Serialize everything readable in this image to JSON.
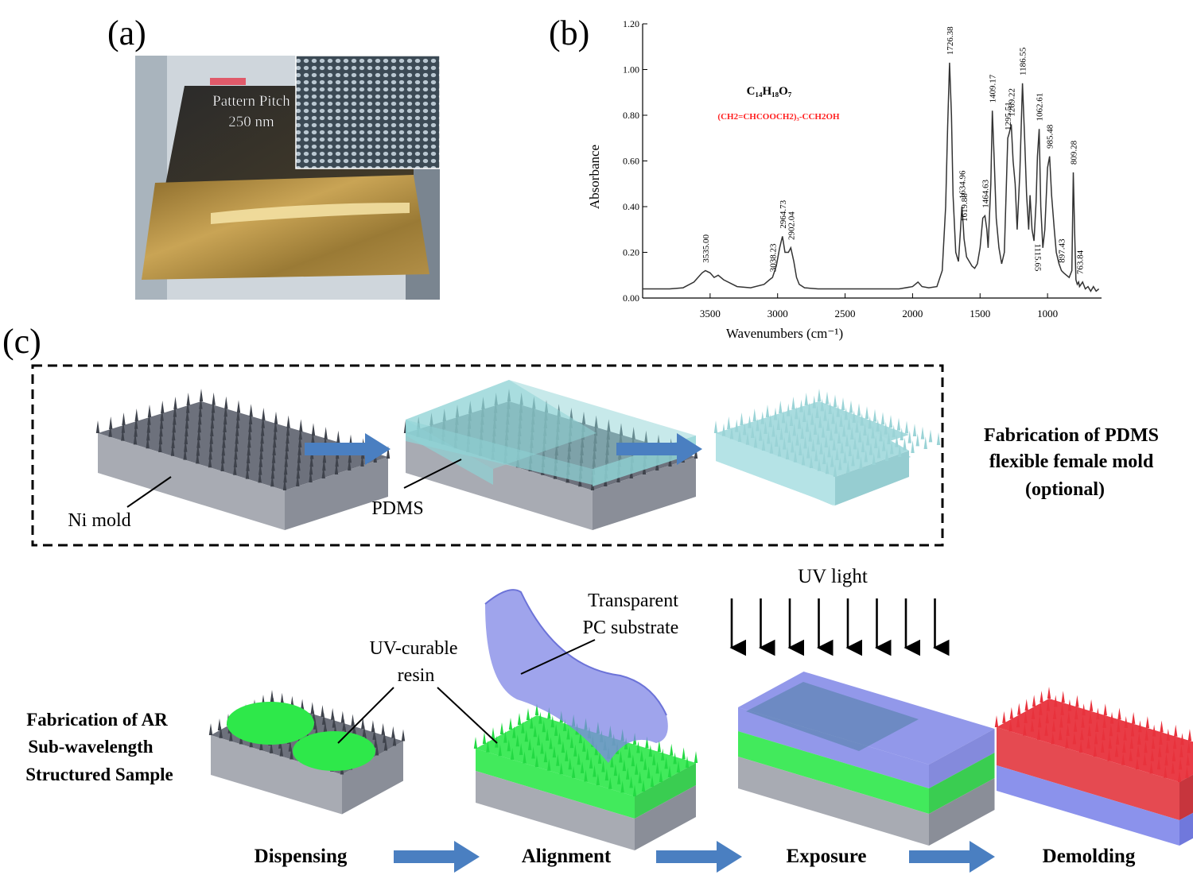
{
  "panel_a": {
    "label": "(a)",
    "inset_text_line1": "Pattern Pitch",
    "inset_text_line2": "250 nm"
  },
  "panel_b": {
    "label": "(b)",
    "formula": "C₁₄H₁₈O₇",
    "structure": "(CH2=CHCOOCH2)₃-CCH2OH",
    "structure_color": "#ff2020",
    "chart_data": {
      "type": "line",
      "xlabel": "Wavenumbers (cm⁻¹)",
      "ylabel": "Absorbance",
      "xlim": [
        4000,
        600
      ],
      "x_reversed": true,
      "ylim": [
        0.0,
        1.2
      ],
      "x_ticks": [
        "3500",
        "3000",
        "2500",
        "2000",
        "1500",
        "1000"
      ],
      "x_tick_values": [
        3500,
        3000,
        2500,
        2000,
        1500,
        1000
      ],
      "y_ticks": [
        "0.00",
        "0.20",
        "0.40",
        "0.60",
        "0.80",
        "1.00",
        "1.20"
      ],
      "y_tick_values": [
        0,
        0.2,
        0.4,
        0.6,
        0.8,
        1.0,
        1.2
      ],
      "series": [
        {
          "x": [
            4000,
            3800,
            3700,
            3620,
            3560,
            3535,
            3500,
            3470,
            3440,
            3400,
            3300,
            3200,
            3100,
            3060,
            3038,
            3010,
            2985,
            2964,
            2945,
            2920,
            2902,
            2880,
            2860,
            2840,
            2800,
            2700,
            2500,
            2300,
            2100,
            2000,
            1960,
            1930,
            1880,
            1820,
            1780,
            1755,
            1740,
            1726,
            1712,
            1700,
            1680,
            1660,
            1645,
            1635,
            1625,
            1619,
            1600,
            1580,
            1560,
            1540,
            1520,
            1500,
            1480,
            1464,
            1450,
            1440,
            1420,
            1409,
            1395,
            1380,
            1360,
            1340,
            1320,
            1295,
            1285,
            1269,
            1255,
            1240,
            1225,
            1205,
            1186,
            1170,
            1155,
            1140,
            1130,
            1115,
            1100,
            1085,
            1075,
            1062,
            1050,
            1035,
            1020,
            1000,
            985,
            970,
            950,
            935,
            915,
            897,
            880,
            860,
            840,
            820,
            809,
            800,
            790,
            780,
            770,
            763,
            740,
            720,
            700,
            680,
            660,
            640,
            620
          ],
          "y": [
            0.04,
            0.04,
            0.045,
            0.07,
            0.11,
            0.12,
            0.11,
            0.09,
            0.1,
            0.08,
            0.05,
            0.045,
            0.06,
            0.08,
            0.09,
            0.14,
            0.22,
            0.27,
            0.2,
            0.2,
            0.22,
            0.16,
            0.09,
            0.06,
            0.045,
            0.04,
            0.04,
            0.04,
            0.04,
            0.05,
            0.07,
            0.05,
            0.045,
            0.05,
            0.12,
            0.4,
            0.75,
            1.03,
            0.8,
            0.45,
            0.2,
            0.16,
            0.3,
            0.4,
            0.32,
            0.26,
            0.18,
            0.16,
            0.14,
            0.13,
            0.15,
            0.22,
            0.35,
            0.36,
            0.3,
            0.22,
            0.5,
            0.82,
            0.6,
            0.35,
            0.22,
            0.15,
            0.2,
            0.7,
            0.72,
            0.76,
            0.6,
            0.5,
            0.3,
            0.55,
            0.94,
            0.7,
            0.45,
            0.3,
            0.45,
            0.3,
            0.25,
            0.42,
            0.62,
            0.74,
            0.4,
            0.22,
            0.3,
            0.57,
            0.62,
            0.45,
            0.3,
            0.2,
            0.15,
            0.12,
            0.11,
            0.1,
            0.09,
            0.12,
            0.55,
            0.3,
            0.08,
            0.06,
            0.07,
            0.05,
            0.07,
            0.04,
            0.05,
            0.03,
            0.05,
            0.03,
            0.04
          ]
        }
      ],
      "annotations": [
        {
          "text": "3535.00",
          "x": 3535,
          "y": 0.14
        },
        {
          "text": "3038.23",
          "x": 3038,
          "y": 0.1
        },
        {
          "text": "2964.73",
          "x": 2964,
          "y": 0.29
        },
        {
          "text": "2902.04",
          "x": 2902,
          "y": 0.24
        },
        {
          "text": "1726.38",
          "x": 1726,
          "y": 1.05
        },
        {
          "text": "1634.96",
          "x": 1634,
          "y": 0.42
        },
        {
          "text": "1619.88",
          "x": 1619,
          "y": 0.32
        },
        {
          "text": "1464.63",
          "x": 1464,
          "y": 0.38
        },
        {
          "text": "1409.17",
          "x": 1409,
          "y": 0.84
        },
        {
          "text": "1295.51",
          "x": 1295,
          "y": 0.72
        },
        {
          "text": "1269.22",
          "x": 1269,
          "y": 0.78
        },
        {
          "text": "1186.55",
          "x": 1186,
          "y": 0.96
        },
        {
          "text": "1062.61",
          "x": 1062,
          "y": 0.76
        },
        {
          "text": "985.48",
          "x": 985,
          "y": 0.64
        },
        {
          "text": "897.43",
          "x": 897,
          "y": 0.14
        },
        {
          "text": "809.28",
          "x": 809,
          "y": 0.57
        },
        {
          "text": "763.84",
          "x": 763,
          "y": 0.09
        },
        {
          "text": "1115.65",
          "x": 1115,
          "y": 0.28,
          "below": true
        }
      ]
    }
  },
  "panel_c": {
    "label": "(c)",
    "pdms_box_title_line1": "Fabrication of PDMS",
    "pdms_box_title_line2": "flexible female mold",
    "pdms_box_title_line3": "(optional)",
    "ni_mold_label": "Ni mold",
    "pdms_label": "PDMS",
    "ar_title_line1": "Fabrication of AR",
    "ar_title_line2": "Sub-wavelength",
    "ar_title_line3": "Structured Sample",
    "resin_label_line1": "UV-curable",
    "resin_label_line2": "resin",
    "pc_label_line1": "Transparent",
    "pc_label_line2": "PC substrate",
    "uv_label": "UV light",
    "steps": [
      "Dispensing",
      "Alignment",
      "Exposure",
      "Demolding"
    ],
    "colors": {
      "ni_top": "#6d717c",
      "ni_front": "#a8abb3",
      "ni_side": "#8a8e98",
      "pdms": "#8fd3d6",
      "resin": "#2ee84a",
      "pc": "#7f86e6",
      "product": "#e8323c",
      "arrow": "#4a7fc1"
    }
  }
}
